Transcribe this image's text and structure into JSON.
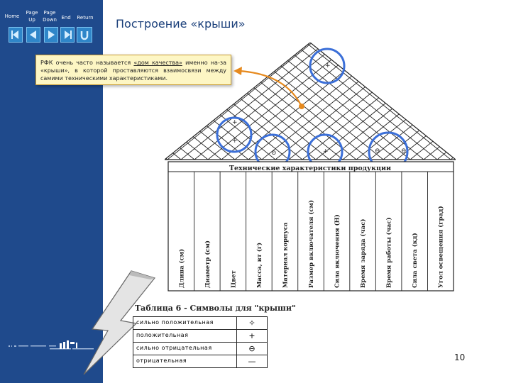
{
  "nav": {
    "home": "Home",
    "page_up_1": "Page",
    "page_up_2": "Up",
    "page_down_1": "Page",
    "page_down_2": "Down",
    "end": "End",
    "return": "Return"
  },
  "slide": {
    "title": "Построение «крыши»",
    "page_number": "10"
  },
  "note": {
    "text_before": "РФК очень часто называется ",
    "highlight": "«дом качества»",
    "text_after": " именно на-за «крыши», в которой проставляются взаимосвязи между самими техническими характеристиками."
  },
  "matrix": {
    "header": "Технические характеристики продукции",
    "columns": [
      "Длина (см)",
      "Диаметр (см)",
      "Цвет",
      "Масса, вт (г)",
      "Материал корпуса",
      "Размер включателя (см)",
      "Сила включения (Н)",
      "Время заряда (час)",
      "Время работы (час)",
      "Сила света (кд)",
      "Угол освещения (град)"
    ],
    "roof_symbols": [
      "+",
      "+",
      "+",
      "⊙",
      "+",
      "⊖",
      "⊖"
    ]
  },
  "symbols_table": {
    "title": "Таблица 6 - Символы для \"крыши\"",
    "rows": [
      {
        "label": "сильно положительная",
        "symbol": "✧"
      },
      {
        "label": "положительная",
        "symbol": "+"
      },
      {
        "label": "сильно отрицательная",
        "symbol": "⊖"
      },
      {
        "label": "отрицательная",
        "symbol": "—"
      }
    ]
  },
  "colors": {
    "sidebar": "#1f4a8c",
    "nav_button": "#2f86c9",
    "highlight_circle": "#3b6fd8",
    "arrow": "#e68a1f",
    "title": "#1a3f7a"
  }
}
